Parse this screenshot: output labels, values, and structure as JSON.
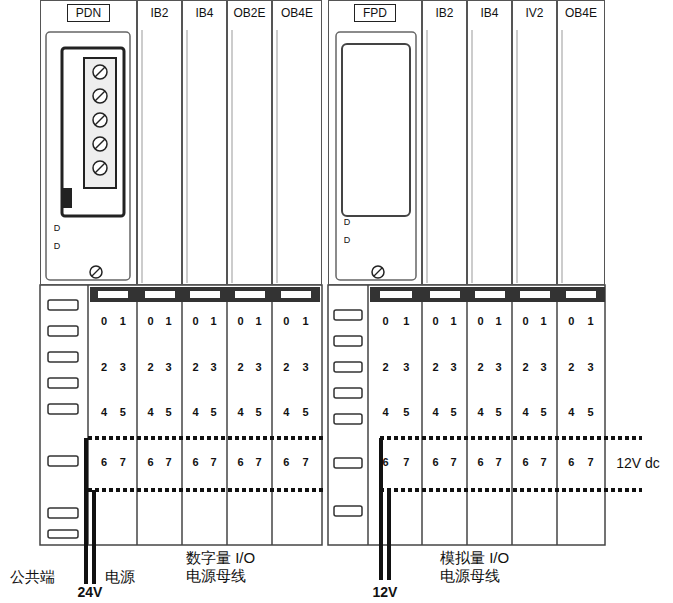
{
  "diagram": {
    "nodes": [
      {
        "text": [
          "PDN"
        ]
      },
      {
        "text": [
          "IB2"
        ]
      },
      {
        "text": [
          "IB4"
        ]
      },
      {
        "text": [
          "OB2E"
        ]
      },
      {
        "text": [
          "OB4E"
        ]
      },
      {
        "text": [
          "FPD"
        ]
      },
      {
        "text": [
          "IB2"
        ]
      },
      {
        "text": [
          "IB4"
        ]
      },
      {
        "text": [
          "IV2"
        ]
      },
      {
        "text": [
          "OB4E"
        ]
      }
    ],
    "labels": [
      "D",
      "D",
      "D",
      "D",
      "0",
      "1",
      "2",
      "3",
      "4",
      "5",
      "6",
      "7",
      "0",
      "1",
      "2",
      "3",
      "4",
      "5",
      "6",
      "7",
      "0",
      "1",
      "2",
      "3",
      "4",
      "5",
      "6",
      "7",
      "0",
      "1",
      "2",
      "3",
      "4",
      "5",
      "6",
      "7",
      "0",
      "1",
      "2",
      "3",
      "4",
      "5",
      "6",
      "7",
      "0",
      "1",
      "2",
      "3",
      "4",
      "5",
      "6",
      "7",
      "0",
      "1",
      "2",
      "3",
      "4",
      "5",
      "6",
      "7",
      "0",
      "1",
      "2",
      "3",
      "4",
      "5",
      "6",
      "7",
      "0",
      "1",
      "2",
      "3",
      "4",
      "5",
      "6",
      "7",
      "0",
      "1",
      "2",
      "3",
      "4",
      "5",
      "6",
      "7",
      "12V dc",
      "公共端",
      "电源",
      "24V",
      "数字量 I/O 电源母线",
      "12V",
      "模拟量 I/O 电源母线"
    ]
  }
}
